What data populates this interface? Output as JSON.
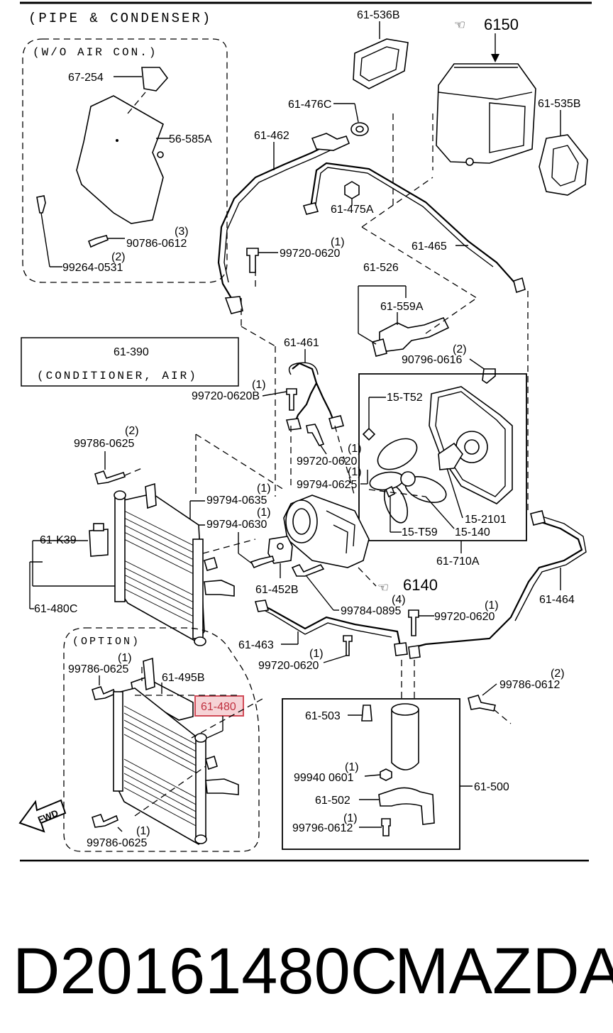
{
  "header": {
    "title": "(PIPE & CONDENSER)"
  },
  "groups": {
    "wo_air": "(W/O AIR CON.)",
    "conditioner_code": "61-390",
    "conditioner_name": "(CONDITIONER, AIR)",
    "option": "(OPTION)",
    "fwd": "FWD"
  },
  "labels": {
    "p67_254": "67-254",
    "p56_585A": "56-585A",
    "p90786_0612": "90786-0612",
    "q90786_0612": "(3)",
    "q99264": "(2)",
    "p99264_0531": "99264-0531",
    "p61_536B": "61-536B",
    "p6150": "6150",
    "p61_476C": "61-476C",
    "p61_462": "61-462",
    "p61_535B": "61-535B",
    "p61_475A": "61-475A",
    "q99720_a": "(1)",
    "p99720_0620_a": "99720-0620",
    "p61_465": "61-465",
    "p61_526": "61-526",
    "p61_559A": "61-559A",
    "p61_461": "61-461",
    "q90796": "(2)",
    "p90796_0616": "90796-0616",
    "q99720_b": "(1)",
    "p99720_0620B": "99720-0620B",
    "p15_T52": "15-T52",
    "q99786_a": "(2)",
    "p99786_0625_a": "99786-0625",
    "q99720_c": "(1)",
    "p99720_0620_c": "99720-0620",
    "q99794_a": "(1)",
    "p99794_0625": "99794-0625",
    "q99794_b": "(1)",
    "p99794_0635": "99794-0635",
    "q99794_c": "(1)",
    "p99794_0630": "99794-0630",
    "p61_K39": "61-K39",
    "p15_2101": "15-2101",
    "p15_T59": "15-T59",
    "p15_140": "15-140",
    "p61_710A": "61-710A",
    "p61_452B": "61-452B",
    "p6140": "6140",
    "p61_480C": "61-480C",
    "q99784": "(4)",
    "p99784_0895": "99784-0895",
    "q99720_d": "(1)",
    "p99720_0620_d": "99720-0620",
    "p61_464": "61-464",
    "p61_463": "61-463",
    "q99720_e": "(1)",
    "p99720_0620_e": "99720-0620",
    "q99786_b": "(1)",
    "p99786_0625_b": "99786-0625",
    "p61_495B": "61-495B",
    "q99786_0612": "(2)",
    "p99786_0612": "99786-0612",
    "p61_480": "61-480",
    "p61_503": "61-503",
    "q99940": "(1)",
    "p99940_0601": "99940 0601",
    "p61_500": "61-500",
    "p61_502": "61-502",
    "q99796": "(1)",
    "p99796_0612": "99796-0612",
    "p99786_0625_c": "99786-0625",
    "q99786_c": "(1)"
  },
  "footer": {
    "part_number": "D20161480C",
    "brand": "MAZDA"
  },
  "colors": {
    "highlight_fill": "#f6d3d6",
    "highlight_border": "#d14a57"
  }
}
